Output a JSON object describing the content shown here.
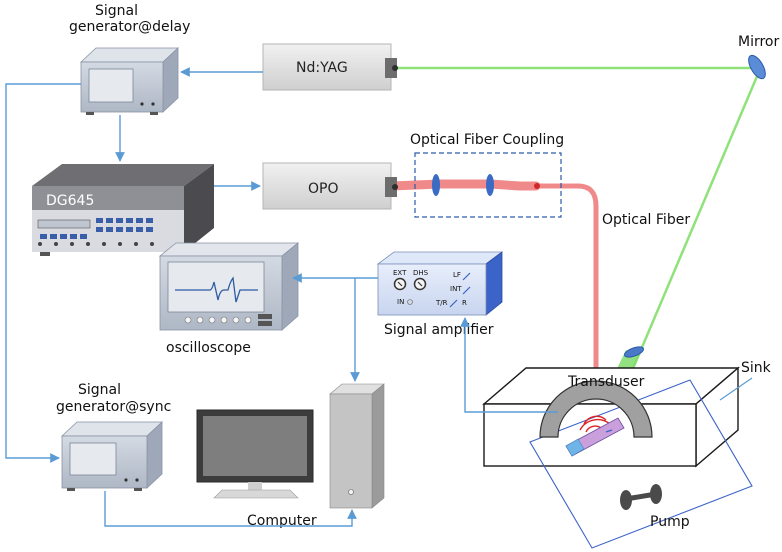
{
  "labels": {
    "signal_generator_delay": [
      "Signal",
      "generator@delay"
    ],
    "ndyag": "Nd:YAG",
    "mirror": "Mirror",
    "optical_fiber_coupling": "Optical Fiber Coupling",
    "dg645": "DG645",
    "opo": "OPO",
    "optical_fiber": "Optical Fiber",
    "oscilloscope": "oscilloscope",
    "signal_amplifier": "Signal amplifier",
    "signal_generator_sync": [
      "Signal",
      "generator@sync"
    ],
    "transducer": "Transduser",
    "sink": "Sink",
    "computer": "Computer",
    "pump": "Pump"
  },
  "amplifier_panel": {
    "ext": "EXT",
    "dhs": "DHS",
    "lf": "LF",
    "int": "INT",
    "in": "IN",
    "tr": "T/R",
    "r": "R"
  },
  "colors": {
    "green_beam": "#8fe27a",
    "red_beam": "#f08a8a",
    "signal_line": "#5b9bd5",
    "device_fill": "#c3cad6",
    "box_edge": "#1a1a1a"
  }
}
